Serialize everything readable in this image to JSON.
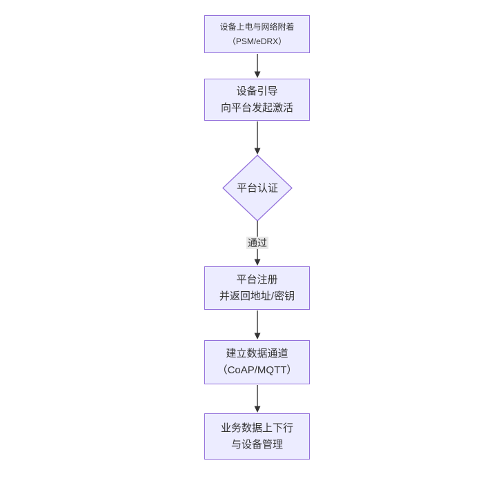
{
  "diagram": {
    "type": "flowchart",
    "direction": "top-to-bottom",
    "colors": {
      "node_fill": "#ECECFF",
      "node_border": "#9370DB",
      "text": "#333333",
      "arrow": "#333333",
      "edge_label_bg": "#e8e8e8",
      "background": "#ffffff"
    },
    "nodes": [
      {
        "id": "A",
        "shape": "rect",
        "line1": "设备上电与网络附着",
        "line2": "（PSM/eDRX）"
      },
      {
        "id": "B",
        "shape": "rect",
        "line1": "设备引导",
        "line2": "向平台发起激活"
      },
      {
        "id": "C",
        "shape": "diamond",
        "line1": "平台认证"
      },
      {
        "id": "D",
        "shape": "rect",
        "line1": "平台注册",
        "line2": "并返回地址/密钥"
      },
      {
        "id": "E",
        "shape": "rect",
        "line1": "建立数据通道",
        "line2": "（CoAP/MQTT）"
      },
      {
        "id": "F",
        "shape": "rect",
        "line1": "业务数据上下行",
        "line2": "与设备管理"
      }
    ],
    "edges": [
      {
        "from": "A",
        "to": "B",
        "label": ""
      },
      {
        "from": "B",
        "to": "C",
        "label": ""
      },
      {
        "from": "C",
        "to": "D",
        "label": "通过"
      },
      {
        "from": "D",
        "to": "E",
        "label": ""
      },
      {
        "from": "E",
        "to": "F",
        "label": ""
      }
    ]
  }
}
